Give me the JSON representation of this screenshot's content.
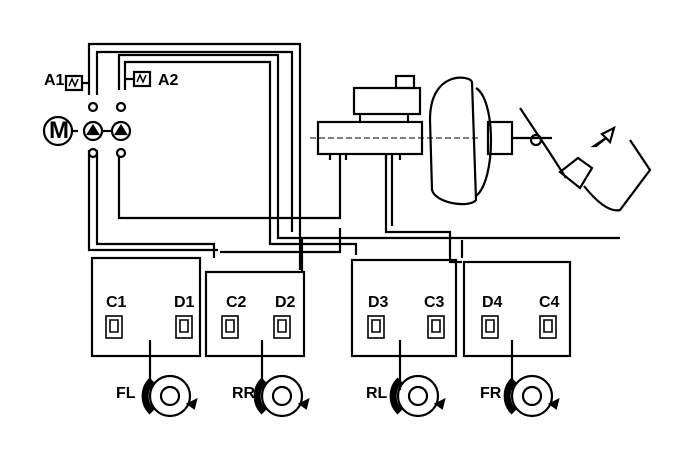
{
  "accumulators": {
    "a1": "A1",
    "a2": "A2"
  },
  "motor": {
    "label": "M"
  },
  "modulators": {
    "c1": "C1",
    "d1": "D1",
    "c2": "C2",
    "d2": "D2",
    "d3": "D3",
    "c3": "C3",
    "d4": "D4",
    "c4": "C4"
  },
  "wheels": {
    "fl": "FL",
    "rr": "RR",
    "rl": "RL",
    "fr": "FR"
  },
  "colors": {
    "line": "#000000",
    "background": "#ffffff"
  }
}
